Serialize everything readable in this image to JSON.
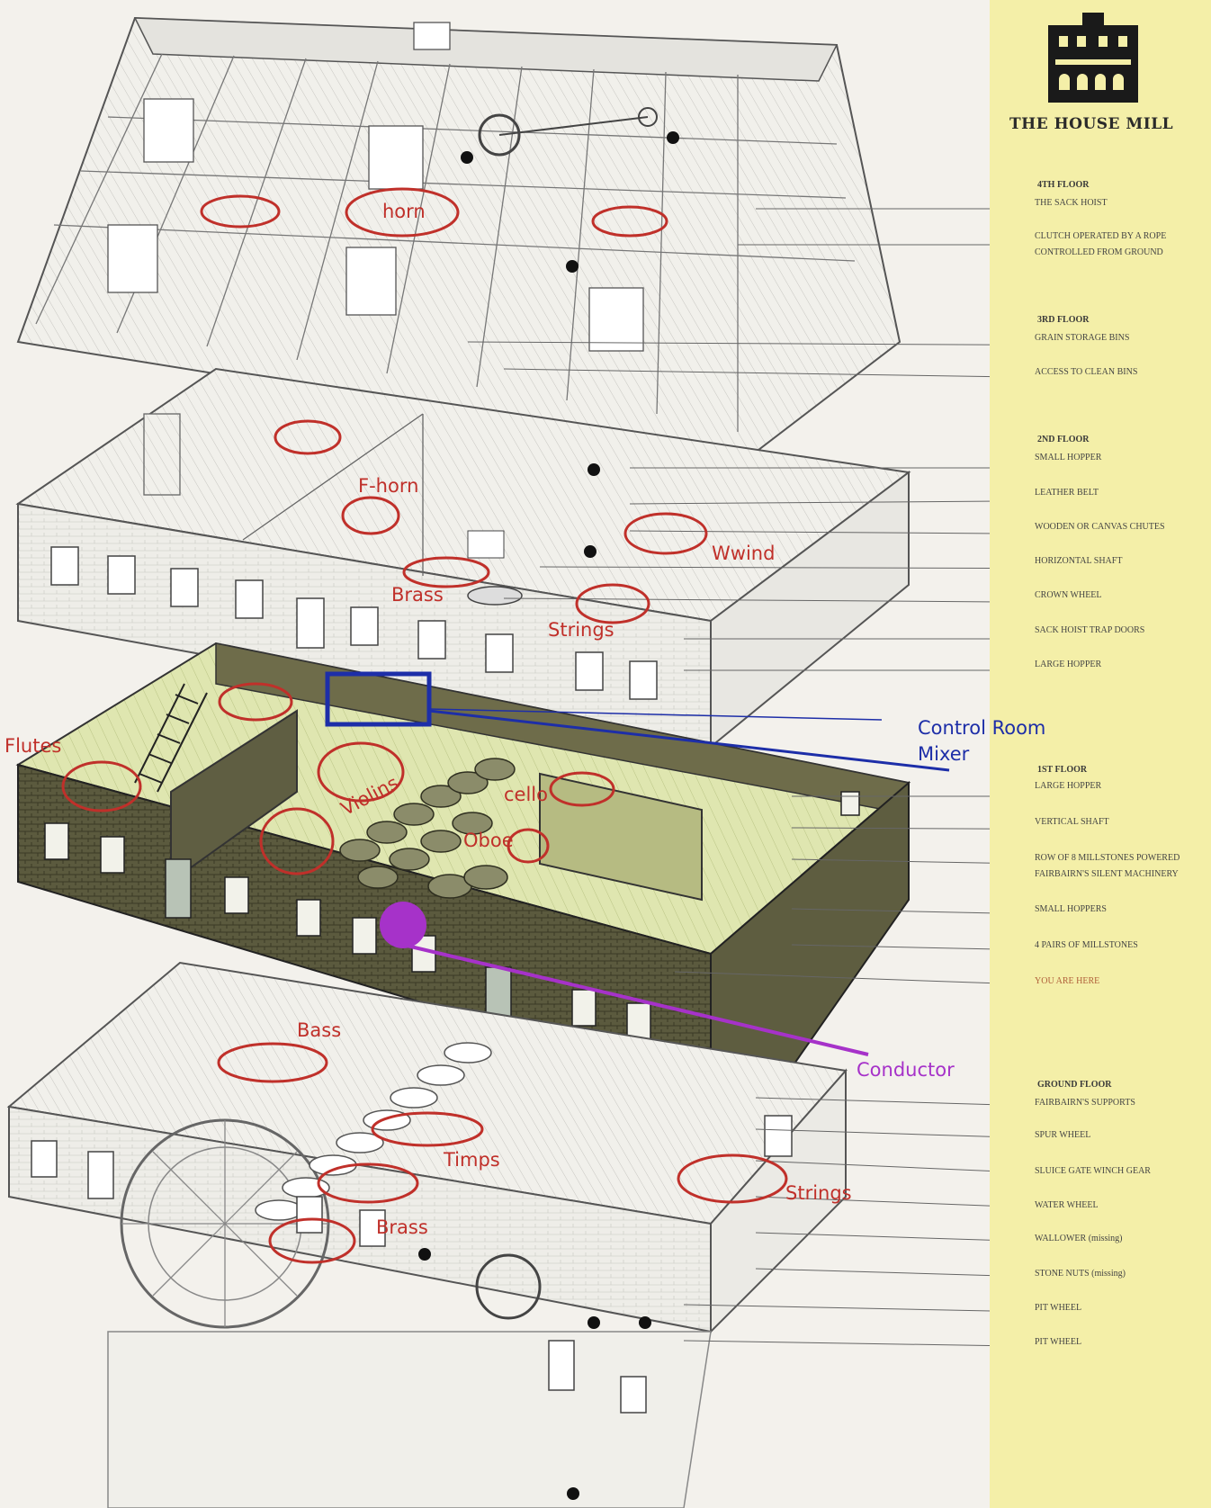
{
  "panel": {
    "title": "THE HOUSE MILL",
    "floors": [
      {
        "title": "4TH FLOOR",
        "items": [
          "THE SACK HOIST",
          "CLUTCH OPERATED BY A ROPE",
          "CONTROLLED FROM GROUND"
        ]
      },
      {
        "title": "3RD FLOOR",
        "items": [
          "GRAIN STORAGE BINS",
          "ACCESS TO CLEAN BINS"
        ]
      },
      {
        "title": "2ND FLOOR",
        "items": [
          "SMALL HOPPER",
          "LEATHER BELT",
          "WOODEN OR CANVAS CHUTES",
          "HORIZONTAL SHAFT",
          "CROWN WHEEL",
          "SACK HOIST TRAP DOORS",
          "LARGE HOPPER"
        ]
      },
      {
        "title": "1ST FLOOR",
        "items": [
          "LARGE HOPPER",
          "VERTICAL SHAFT",
          "ROW OF 8 MILLSTONES POWERED",
          "FAIRBAIRN'S SILENT MACHINERY",
          "SMALL HOPPERS",
          "4 PAIRS OF MILLSTONES",
          "YOU ARE HERE"
        ]
      },
      {
        "title": "GROUND FLOOR",
        "items": [
          "FAIRBAIRN'S SUPPORTS",
          "SPUR WHEEL",
          "SLUICE GATE WINCH GEAR",
          "WATER WHEEL",
          "WALLOWER (missing)",
          "STONE NUTS (missing)",
          "PIT WHEEL",
          "PIT WHEEL"
        ]
      }
    ]
  },
  "annotations": {
    "horn": "horn",
    "fhorn": "F-horn",
    "wwind": "Wwind",
    "brass_2nd": "Brass",
    "strings_2nd": "Strings",
    "control_room": "Control Room",
    "mixer": "Mixer",
    "flutes": "Flutes",
    "violins": "Violins",
    "cello": "cello",
    "oboe": "Oboe",
    "conductor": "Conductor",
    "bass": "Bass",
    "timps": "Timps",
    "brass_ground": "Brass",
    "strings_ground": "Strings"
  },
  "colors": {
    "annotation_red": "#c0302a",
    "control_blue": "#1d2ea8",
    "conductor_purple": "#a632c9",
    "panel_yellow": "#f4efa8",
    "first_floor_green": "#cfd89a"
  }
}
